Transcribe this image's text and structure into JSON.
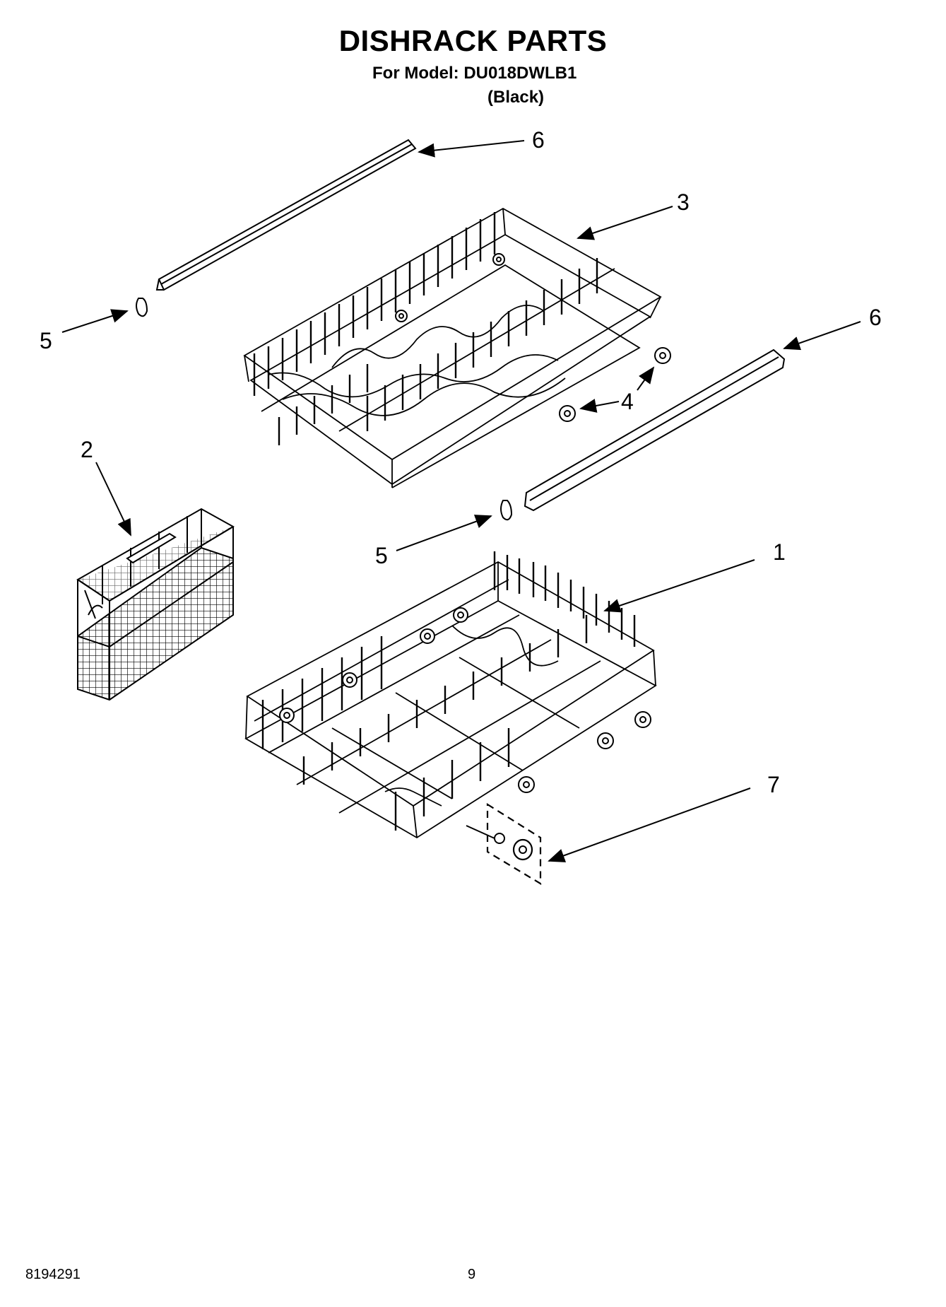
{
  "header": {
    "title": "DISHRACK PARTS",
    "subtitle": "For Model: DU018DWLB1",
    "variant": "(Black)"
  },
  "callouts": [
    "6",
    "3",
    "5",
    "6",
    "4",
    "2",
    "5",
    "1",
    "7"
  ],
  "footer": {
    "doc_number": "8194291",
    "page_number": "9"
  }
}
